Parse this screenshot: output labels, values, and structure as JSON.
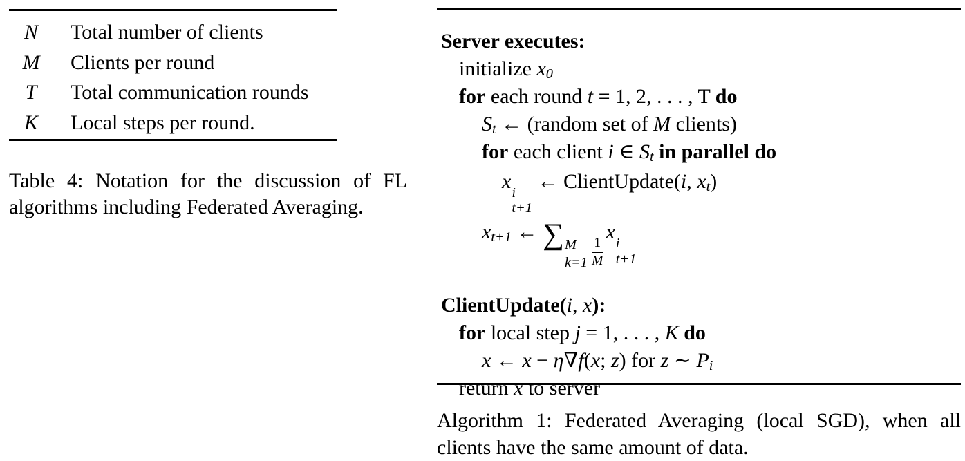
{
  "colors": {
    "background": "#ffffff",
    "text": "#000000",
    "rule": "#000000"
  },
  "notation_table": {
    "rows": [
      {
        "symbol": "N",
        "description": "Total number of clients"
      },
      {
        "symbol": "M",
        "description": "Clients per round"
      },
      {
        "symbol": "T",
        "description": "Total communication rounds"
      },
      {
        "symbol": "K",
        "description": "Local steps per round."
      }
    ],
    "caption_line1": "Table 4: Notation for the discussion of FL",
    "caption_line2": "algorithms including Federated Averaging."
  },
  "algorithm": {
    "lines": [
      {
        "indent": 0,
        "kind": "normal",
        "segments": [
          {
            "t": "Server executes:",
            "s": "b"
          }
        ]
      },
      {
        "indent": 1,
        "kind": "normal",
        "segments": [
          {
            "t": "initialize ",
            "s": "r"
          },
          {
            "s": "msub",
            "base": "x",
            "sub": "0"
          }
        ]
      },
      {
        "indent": 1,
        "kind": "normal",
        "segments": [
          {
            "t": "for",
            "s": "b"
          },
          {
            "t": " each round ",
            "s": "r"
          },
          {
            "t": "t",
            "s": "i"
          },
          {
            "t": " = 1, 2, . . . , T ",
            "s": "r"
          },
          {
            "t": "do",
            "s": "b"
          }
        ]
      },
      {
        "indent": 2,
        "kind": "normal",
        "segments": [
          {
            "s": "msub",
            "base": "S",
            "sub": "t"
          },
          {
            "t": " ← (random set of ",
            "s": "r"
          },
          {
            "t": "M",
            "s": "i"
          },
          {
            "t": " clients)",
            "s": "r"
          }
        ]
      },
      {
        "indent": 2,
        "kind": "normal",
        "segments": [
          {
            "t": "for",
            "s": "b"
          },
          {
            "t": " each client ",
            "s": "r"
          },
          {
            "t": "i",
            "s": "i"
          },
          {
            "t": " ∈ ",
            "s": "r"
          },
          {
            "s": "msub",
            "base": "S",
            "sub": "t"
          },
          {
            "t": " ",
            "s": "r"
          },
          {
            "t": "in parallel do",
            "s": "b"
          }
        ]
      },
      {
        "indent": 3,
        "kind": "supline",
        "segments": [
          {
            "s": "msupsub",
            "base": "x",
            "sup": "i",
            "sub": "t+1"
          },
          {
            "t": " ← ClientUpdate(",
            "s": "r"
          },
          {
            "t": "i",
            "s": "i"
          },
          {
            "t": ", ",
            "s": "r"
          },
          {
            "s": "msub",
            "base": "x",
            "sub": "t"
          },
          {
            "t": ")",
            "s": "r"
          }
        ]
      },
      {
        "indent": 2,
        "kind": "sumline",
        "segments": [
          {
            "s": "msub",
            "base": "x",
            "sub": "t+1"
          },
          {
            "t": " ← ",
            "s": "r"
          },
          {
            "s": "sum",
            "op": "∑",
            "sup": "M",
            "sub": "k=1"
          },
          {
            "s": "frac",
            "num": "1",
            "den": "M"
          },
          {
            "s": "msupsub",
            "base": "x",
            "sup": "i",
            "sub": "t+1"
          }
        ]
      },
      {
        "indent": 0,
        "kind": "spacer",
        "segments": []
      },
      {
        "indent": 0,
        "kind": "normal",
        "segments": [
          {
            "t": "ClientUpdate(",
            "s": "b"
          },
          {
            "t": "i",
            "s": "i"
          },
          {
            "t": ", ",
            "s": "r"
          },
          {
            "t": "x",
            "s": "i"
          },
          {
            "t": "):",
            "s": "b"
          }
        ]
      },
      {
        "indent": 1,
        "kind": "normal",
        "segments": [
          {
            "t": "for",
            "s": "b"
          },
          {
            "t": " local step ",
            "s": "r"
          },
          {
            "t": "j",
            "s": "i"
          },
          {
            "t": " = 1, . . . , ",
            "s": "r"
          },
          {
            "t": "K",
            "s": "i"
          },
          {
            "t": " ",
            "s": "r"
          },
          {
            "t": "do",
            "s": "b"
          }
        ]
      },
      {
        "indent": 2,
        "kind": "normal",
        "segments": [
          {
            "t": "x",
            "s": "i"
          },
          {
            "t": " ← ",
            "s": "r"
          },
          {
            "t": "x",
            "s": "i"
          },
          {
            "t": " − ",
            "s": "r"
          },
          {
            "t": "η",
            "s": "i"
          },
          {
            "t": "∇",
            "s": "r"
          },
          {
            "t": "f",
            "s": "i"
          },
          {
            "t": "(",
            "s": "r"
          },
          {
            "t": "x",
            "s": "i"
          },
          {
            "t": "; ",
            "s": "r"
          },
          {
            "t": "z",
            "s": "i"
          },
          {
            "t": ") for ",
            "s": "r"
          },
          {
            "t": "z",
            "s": "i"
          },
          {
            "t": " ∼ ",
            "s": "r"
          },
          {
            "s": "msub",
            "base": "P",
            "baseStyle": "cal",
            "sub": "i"
          }
        ]
      },
      {
        "indent": 1,
        "kind": "normal",
        "segments": [
          {
            "t": "return ",
            "s": "r"
          },
          {
            "t": "x",
            "s": "i"
          },
          {
            "t": " to server",
            "s": "r"
          }
        ]
      }
    ],
    "caption_line1": "Algorithm 1: Federated Averaging (local SGD), when all",
    "caption_line2": "clients have the same amount of data."
  }
}
